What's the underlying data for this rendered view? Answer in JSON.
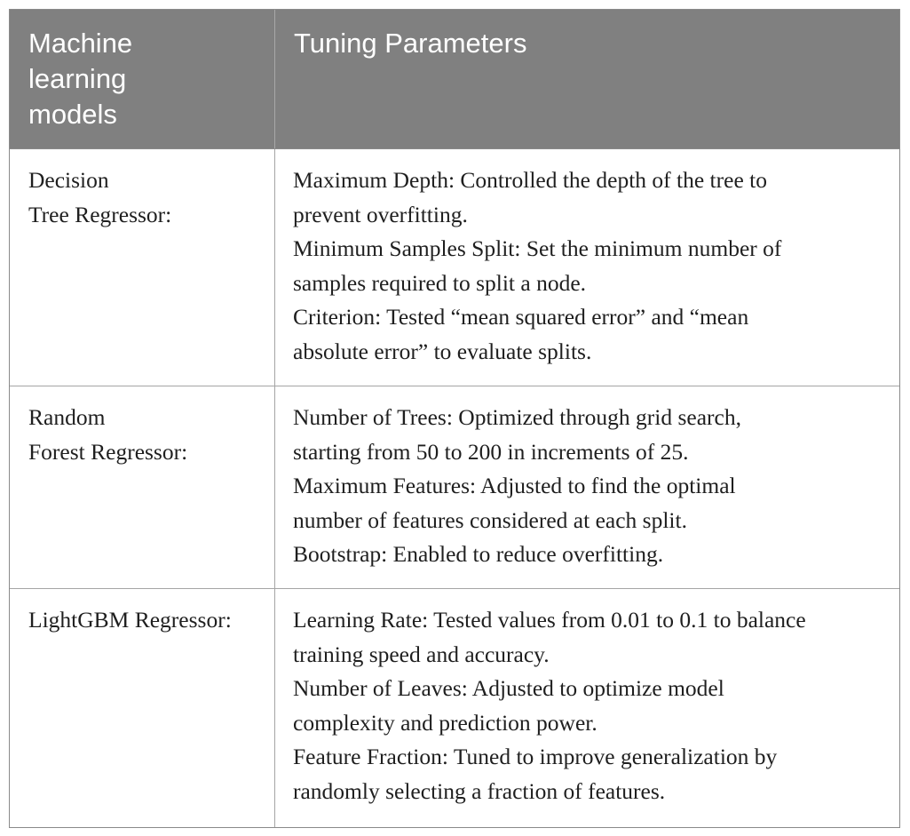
{
  "table": {
    "headers": {
      "model": [
        "Machine",
        "learning",
        "models"
      ],
      "params": "Tuning Parameters"
    },
    "rows": [
      {
        "model": [
          "Decision",
          "Tree Regressor:"
        ],
        "params": [
          "Maximum Depth: Controlled the depth of the tree to",
          "prevent overfitting.",
          "Minimum Samples Split: Set the minimum number of",
          "samples required to split a node.",
          "Criterion: Tested “mean squared error” and “mean",
          "absolute error” to evaluate splits."
        ]
      },
      {
        "model": [
          "Random",
          "Forest Regressor:"
        ],
        "params": [
          "Number of Trees: Optimized through grid search,",
          "starting from 50 to 200 in increments of 25.",
          "Maximum Features: Adjusted to find the optimal",
          "number of features considered at each split.",
          "Bootstrap: Enabled to reduce overfitting."
        ]
      },
      {
        "model": [
          "LightGBM Regressor:"
        ],
        "params": [
          "Learning Rate: Tested values from 0.01 to 0.1 to balance",
          "training speed and accuracy.",
          "Number of Leaves: Adjusted to optimize model",
          "complexity and prediction power.",
          "Feature Fraction: Tuned to improve generalization by",
          "randomly selecting a fraction of features."
        ]
      }
    ]
  }
}
